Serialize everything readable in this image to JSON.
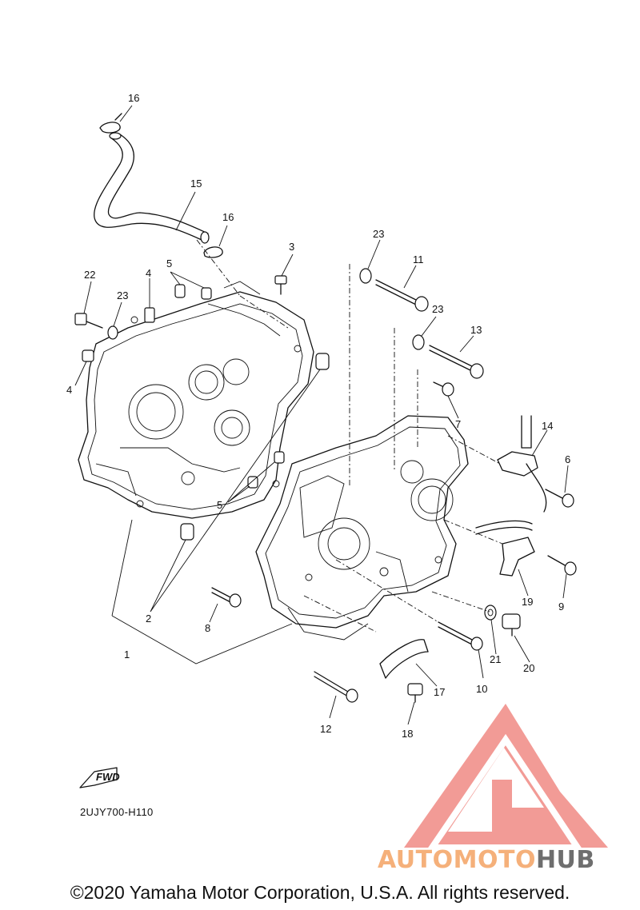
{
  "diagram_code": "2UJY700-H110",
  "copyright": "©2020 Yamaha Motor Corporation, U.S.A. All rights reserved.",
  "fwd_label": "FWD",
  "watermark": {
    "word_1": "AUTOMOTO",
    "word_2": "HUB",
    "color_1": "#f5b07a",
    "color_2": "#6e6e6e",
    "logo_color": "#f08a84"
  },
  "callouts": {
    "c1": "1",
    "c2": "2",
    "c3": "3",
    "c4a": "4",
    "c4b": "4",
    "c5a": "5",
    "c5b": "5",
    "c6": "6",
    "c7": "7",
    "c8": "8",
    "c9": "9",
    "c10": "10",
    "c11": "11",
    "c12": "12",
    "c13": "13",
    "c14": "14",
    "c15": "15",
    "c16a": "16",
    "c16b": "16",
    "c17": "17",
    "c18": "18",
    "c19": "19",
    "c20": "20",
    "c21": "21",
    "c22": "22",
    "c23a": "23",
    "c23b": "23",
    "c23c": "23"
  }
}
